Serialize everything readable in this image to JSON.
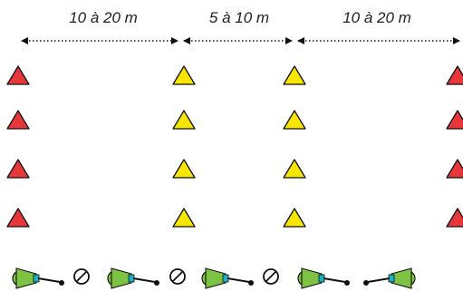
{
  "distances": [
    {
      "label": "10 à 20 m"
    },
    {
      "label": "5 à 10 m"
    },
    {
      "label": "10 à 20 m"
    }
  ],
  "cone_columns": [
    {
      "color": "red",
      "count": 4
    },
    {
      "color": "yellow",
      "count": 4
    },
    {
      "color": "yellow",
      "count": 4
    },
    {
      "color": "red",
      "count": 4
    }
  ],
  "colors": {
    "cone_red": "#e8373a",
    "cone_yellow": "#f7e600",
    "player_green": "#7ec243",
    "player_cyan": "#17b3c7",
    "forbidden": "#e53935",
    "arrow": "#111111"
  },
  "bottom_row": [
    "player-right",
    "forbidden",
    "player-right",
    "forbidden",
    "player-right",
    "forbidden",
    "player-right",
    "player-left"
  ]
}
